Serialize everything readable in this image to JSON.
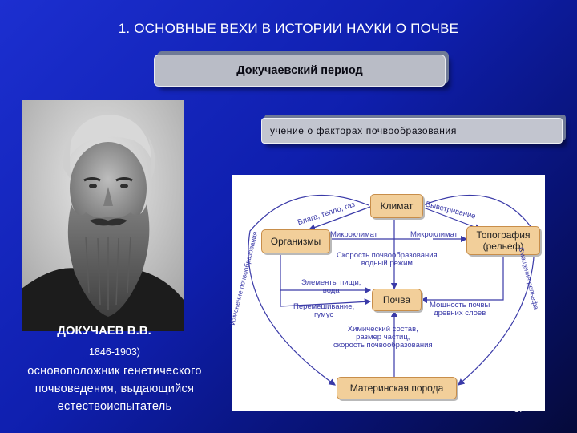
{
  "slide": {
    "title": "1. ОСНОВНЫЕ ВЕХИ В ИСТОРИИ НАУКИ О ПОЧВЕ",
    "period_label": "Докучаевский период",
    "teaching_label": "учение о факторах почвообразования",
    "page_number": "17"
  },
  "portrait": {
    "name": "ДОКУЧАЕВ В.В.",
    "years": "1846-1903)",
    "description_lines": [
      "основоположник генетического",
      "почвоведения, выдающийся",
      "естествоиспытатель"
    ]
  },
  "diagram": {
    "nodes": {
      "climate": "Климат",
      "organisms": "Организмы",
      "topography_line1": "Топография",
      "topography_line2": "(рельеф)",
      "soil": "Почва",
      "parent_rock": "Материнская порода"
    },
    "labels": {
      "moisture_heat": "Влага, тепло, газ",
      "weathering": "Выветривание",
      "microclimate_left": "Микроклимат",
      "microclimate_right": "Микроклимат",
      "rate_line1": "Скорость почвообразования",
      "rate_line2": "водный режим",
      "elements_line1": "Элементы пищи,",
      "elements_line2": "вода",
      "mixing_line1": "Перемешивание,",
      "mixing_line2": "гумус",
      "thickness_line1": "Мощность почвы",
      "thickness_line2": "древних слоев",
      "chem_line1": "Химический состав,",
      "chem_line2": "размер частиц,",
      "chem_line3": "скорость почвообразования",
      "left_arc": "Изменение почвообразования",
      "right_arc": "Смещение рельефа"
    }
  },
  "colors": {
    "background": "#1422c4",
    "node_fill": "#f2cf9a",
    "diagram_lines": "#3a3aa8"
  }
}
